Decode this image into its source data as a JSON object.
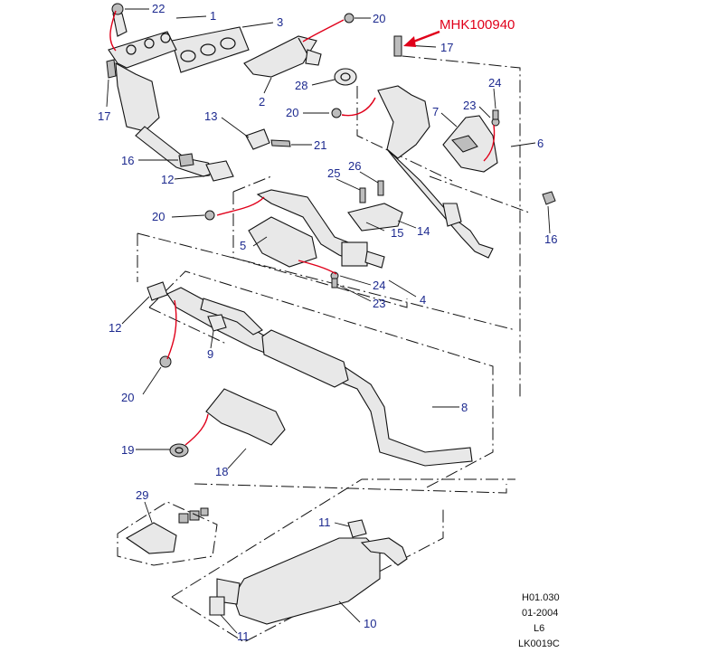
{
  "callout": {
    "part_number": "MHK100940",
    "arrow_color": "#e0001a"
  },
  "labels": [
    {
      "id": "l22a",
      "text": "22"
    },
    {
      "id": "l1",
      "text": "1"
    },
    {
      "id": "l3",
      "text": "3"
    },
    {
      "id": "l20a",
      "text": "20"
    },
    {
      "id": "l17a",
      "text": "17"
    },
    {
      "id": "l17b",
      "text": "17"
    },
    {
      "id": "l2",
      "text": "2"
    },
    {
      "id": "l28",
      "text": "28"
    },
    {
      "id": "l24a",
      "text": "24"
    },
    {
      "id": "l7",
      "text": "7"
    },
    {
      "id": "l23a",
      "text": "23"
    },
    {
      "id": "l20b",
      "text": "20"
    },
    {
      "id": "l6",
      "text": "6"
    },
    {
      "id": "l13",
      "text": "13"
    },
    {
      "id": "l21",
      "text": "21"
    },
    {
      "id": "l16a",
      "text": "16"
    },
    {
      "id": "l12a",
      "text": "12"
    },
    {
      "id": "l26",
      "text": "26"
    },
    {
      "id": "l25",
      "text": "25"
    },
    {
      "id": "l20c",
      "text": "20"
    },
    {
      "id": "l15",
      "text": "15"
    },
    {
      "id": "l14",
      "text": "14"
    },
    {
      "id": "l16b",
      "text": "16"
    },
    {
      "id": "l5",
      "text": "5"
    },
    {
      "id": "l24b",
      "text": "24"
    },
    {
      "id": "l23b",
      "text": "23"
    },
    {
      "id": "l4",
      "text": "4"
    },
    {
      "id": "l12b",
      "text": "12"
    },
    {
      "id": "l9",
      "text": "9"
    },
    {
      "id": "l20d",
      "text": "20"
    },
    {
      "id": "l8",
      "text": "8"
    },
    {
      "id": "l19",
      "text": "19"
    },
    {
      "id": "l18",
      "text": "18"
    },
    {
      "id": "l29",
      "text": "29"
    },
    {
      "id": "l11a",
      "text": "11"
    },
    {
      "id": "l10",
      "text": "10"
    },
    {
      "id": "l11b",
      "text": "11"
    }
  ],
  "codes": [
    "H01.030",
    "01-2004",
    "L6",
    "LK0019C"
  ]
}
